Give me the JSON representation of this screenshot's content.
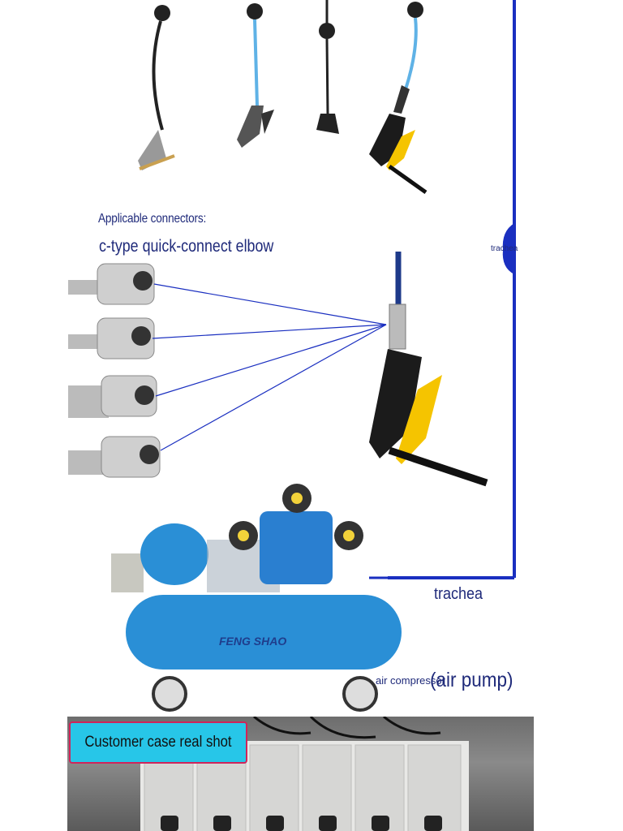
{
  "labels": {
    "applicable": "Applicable connectors:",
    "connector_type": "c-type quick-connect elbow",
    "trachea_small": "trachea",
    "trachea_big": "trachea",
    "air_compressor": "air compressor",
    "air_pump": "(air pump)"
  },
  "compressor_brand": "FENG SHAO",
  "badge": {
    "label": "Customer case real shot"
  },
  "colors": {
    "text": "#1f2a7a",
    "hose_line": "#1a2fc0",
    "compressor": "#2a8fd6",
    "badge_bg": "#27c6e8",
    "badge_border": "#d0245a",
    "grip_yellow": "#f5c400"
  }
}
